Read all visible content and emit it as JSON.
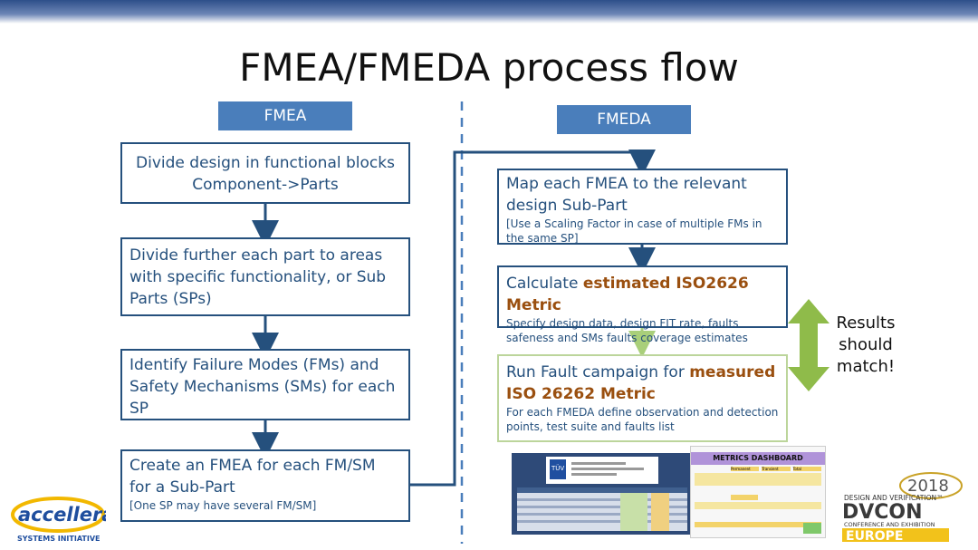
{
  "title": "FMEA/FMEDA process flow",
  "fmea": {
    "header": "FMEA",
    "steps": [
      {
        "text": "Divide design in functional blocks Component->Parts"
      },
      {
        "text": "Divide further each part to areas with specific functionality, or Sub Parts (SPs)"
      },
      {
        "text": "Identify Failure Modes (FMs) and Safety Mechanisms (SMs) for each SP"
      },
      {
        "text": "Create an FMEA for each FM/SM for a Sub-Part",
        "note": "[One SP may have several FM/SM]"
      }
    ]
  },
  "fmeda": {
    "header": "FMEDA",
    "step1": {
      "text": "Map each FMEA to the relevant design Sub-Part",
      "note": "[Use a Scaling Factor in case of multiple FMs in the same SP]"
    },
    "step2": {
      "text_a": "Calculate ",
      "bold": "estimated ISO2626 Metric",
      "note": "Specify design data, design FIT rate, faults safeness and SMs faults coverage estimates"
    },
    "step3": {
      "text_a": "Run Fault campaign for ",
      "bold_a": "measured",
      "bold_b": "ISO 26262 Metric",
      "note": "For each FMEDA define observation and detection points, test suite and faults list"
    }
  },
  "results": "Results should match!",
  "dashboard": {
    "title": "METRICS DASHBOARD",
    "cols": [
      "Permanent",
      "Transient",
      "Total"
    ]
  },
  "report": {
    "badge": "TÜV"
  },
  "logos": {
    "accellera": "accellera",
    "accellera_sub": "SYSTEMS INITIATIVE",
    "dvcon_year": "2018",
    "dvcon_tag": "DESIGN AND VERIFICATION™",
    "dvcon_name": "DVCON",
    "dvcon_sub": "CONFERENCE AND EXHIBITION",
    "dvcon_region": "EUROPE"
  },
  "colors": {
    "box_border": "#25507d",
    "header_fill": "#4a7ebb",
    "bold_text": "#9a4f0f",
    "light_green": "#bcd59b",
    "arrow_green": "#8fbb4a"
  }
}
